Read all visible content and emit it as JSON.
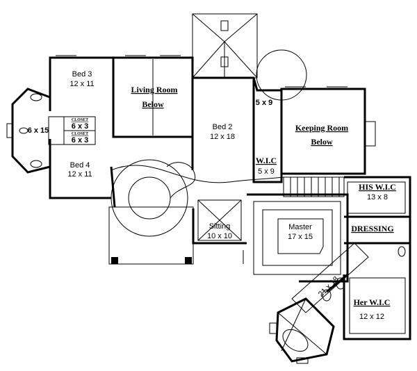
{
  "plan": {
    "rooms": {
      "bed3": {
        "name": "Bed 3",
        "size": "12 x 11"
      },
      "bed4": {
        "name": "Bed 4",
        "size": "12 x 11"
      },
      "bed2": {
        "name": "Bed 2",
        "size": "12 x 18"
      },
      "living": {
        "name": "Living Room",
        "note": "Below"
      },
      "keeping": {
        "name": "Keeping Room",
        "note": "Below"
      },
      "bath_left": {
        "size": "6 x 15"
      },
      "closet1": {
        "name": "CLOSET",
        "size": "6 x 3"
      },
      "closet2": {
        "name": "CLOSET",
        "size": "6 x 3"
      },
      "bath2": {
        "size": "5 x 9"
      },
      "wic2": {
        "name": "W.I.C",
        "size": "5 x 9"
      },
      "sitting": {
        "name": "Sitting",
        "size": "10 x 10"
      },
      "master": {
        "name": "Master",
        "size": "17 x 15"
      },
      "his_wic": {
        "name": "HIS W.I.C",
        "size": "13 x 8"
      },
      "dressing": {
        "name": "DRESSING"
      },
      "master_bath": {
        "size": "21 x 18"
      },
      "her_wic": {
        "name": "Her W.I.C",
        "size": "12 x 12"
      }
    }
  }
}
